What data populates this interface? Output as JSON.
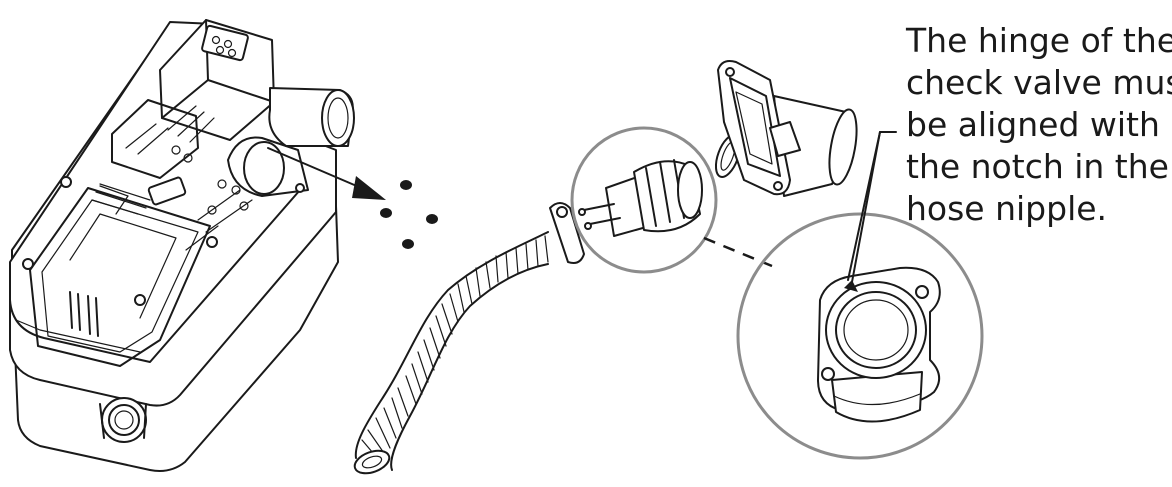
{
  "callout": {
    "lines": [
      "The hinge of the",
      "check valve must",
      "be aligned with",
      "the notch in the",
      "hose nipple."
    ]
  },
  "icons": {
    "pump_unit": "macerator-pump-housing-icon",
    "screws": "screw-icon",
    "hose": "corrugated-hose-icon",
    "clamp": "hose-clamp-icon",
    "check_valve": "check-valve-icon",
    "gasket": "gasket-icon",
    "nipple": "hose-nipple-icon",
    "detail": "magnified-detail-icon"
  }
}
